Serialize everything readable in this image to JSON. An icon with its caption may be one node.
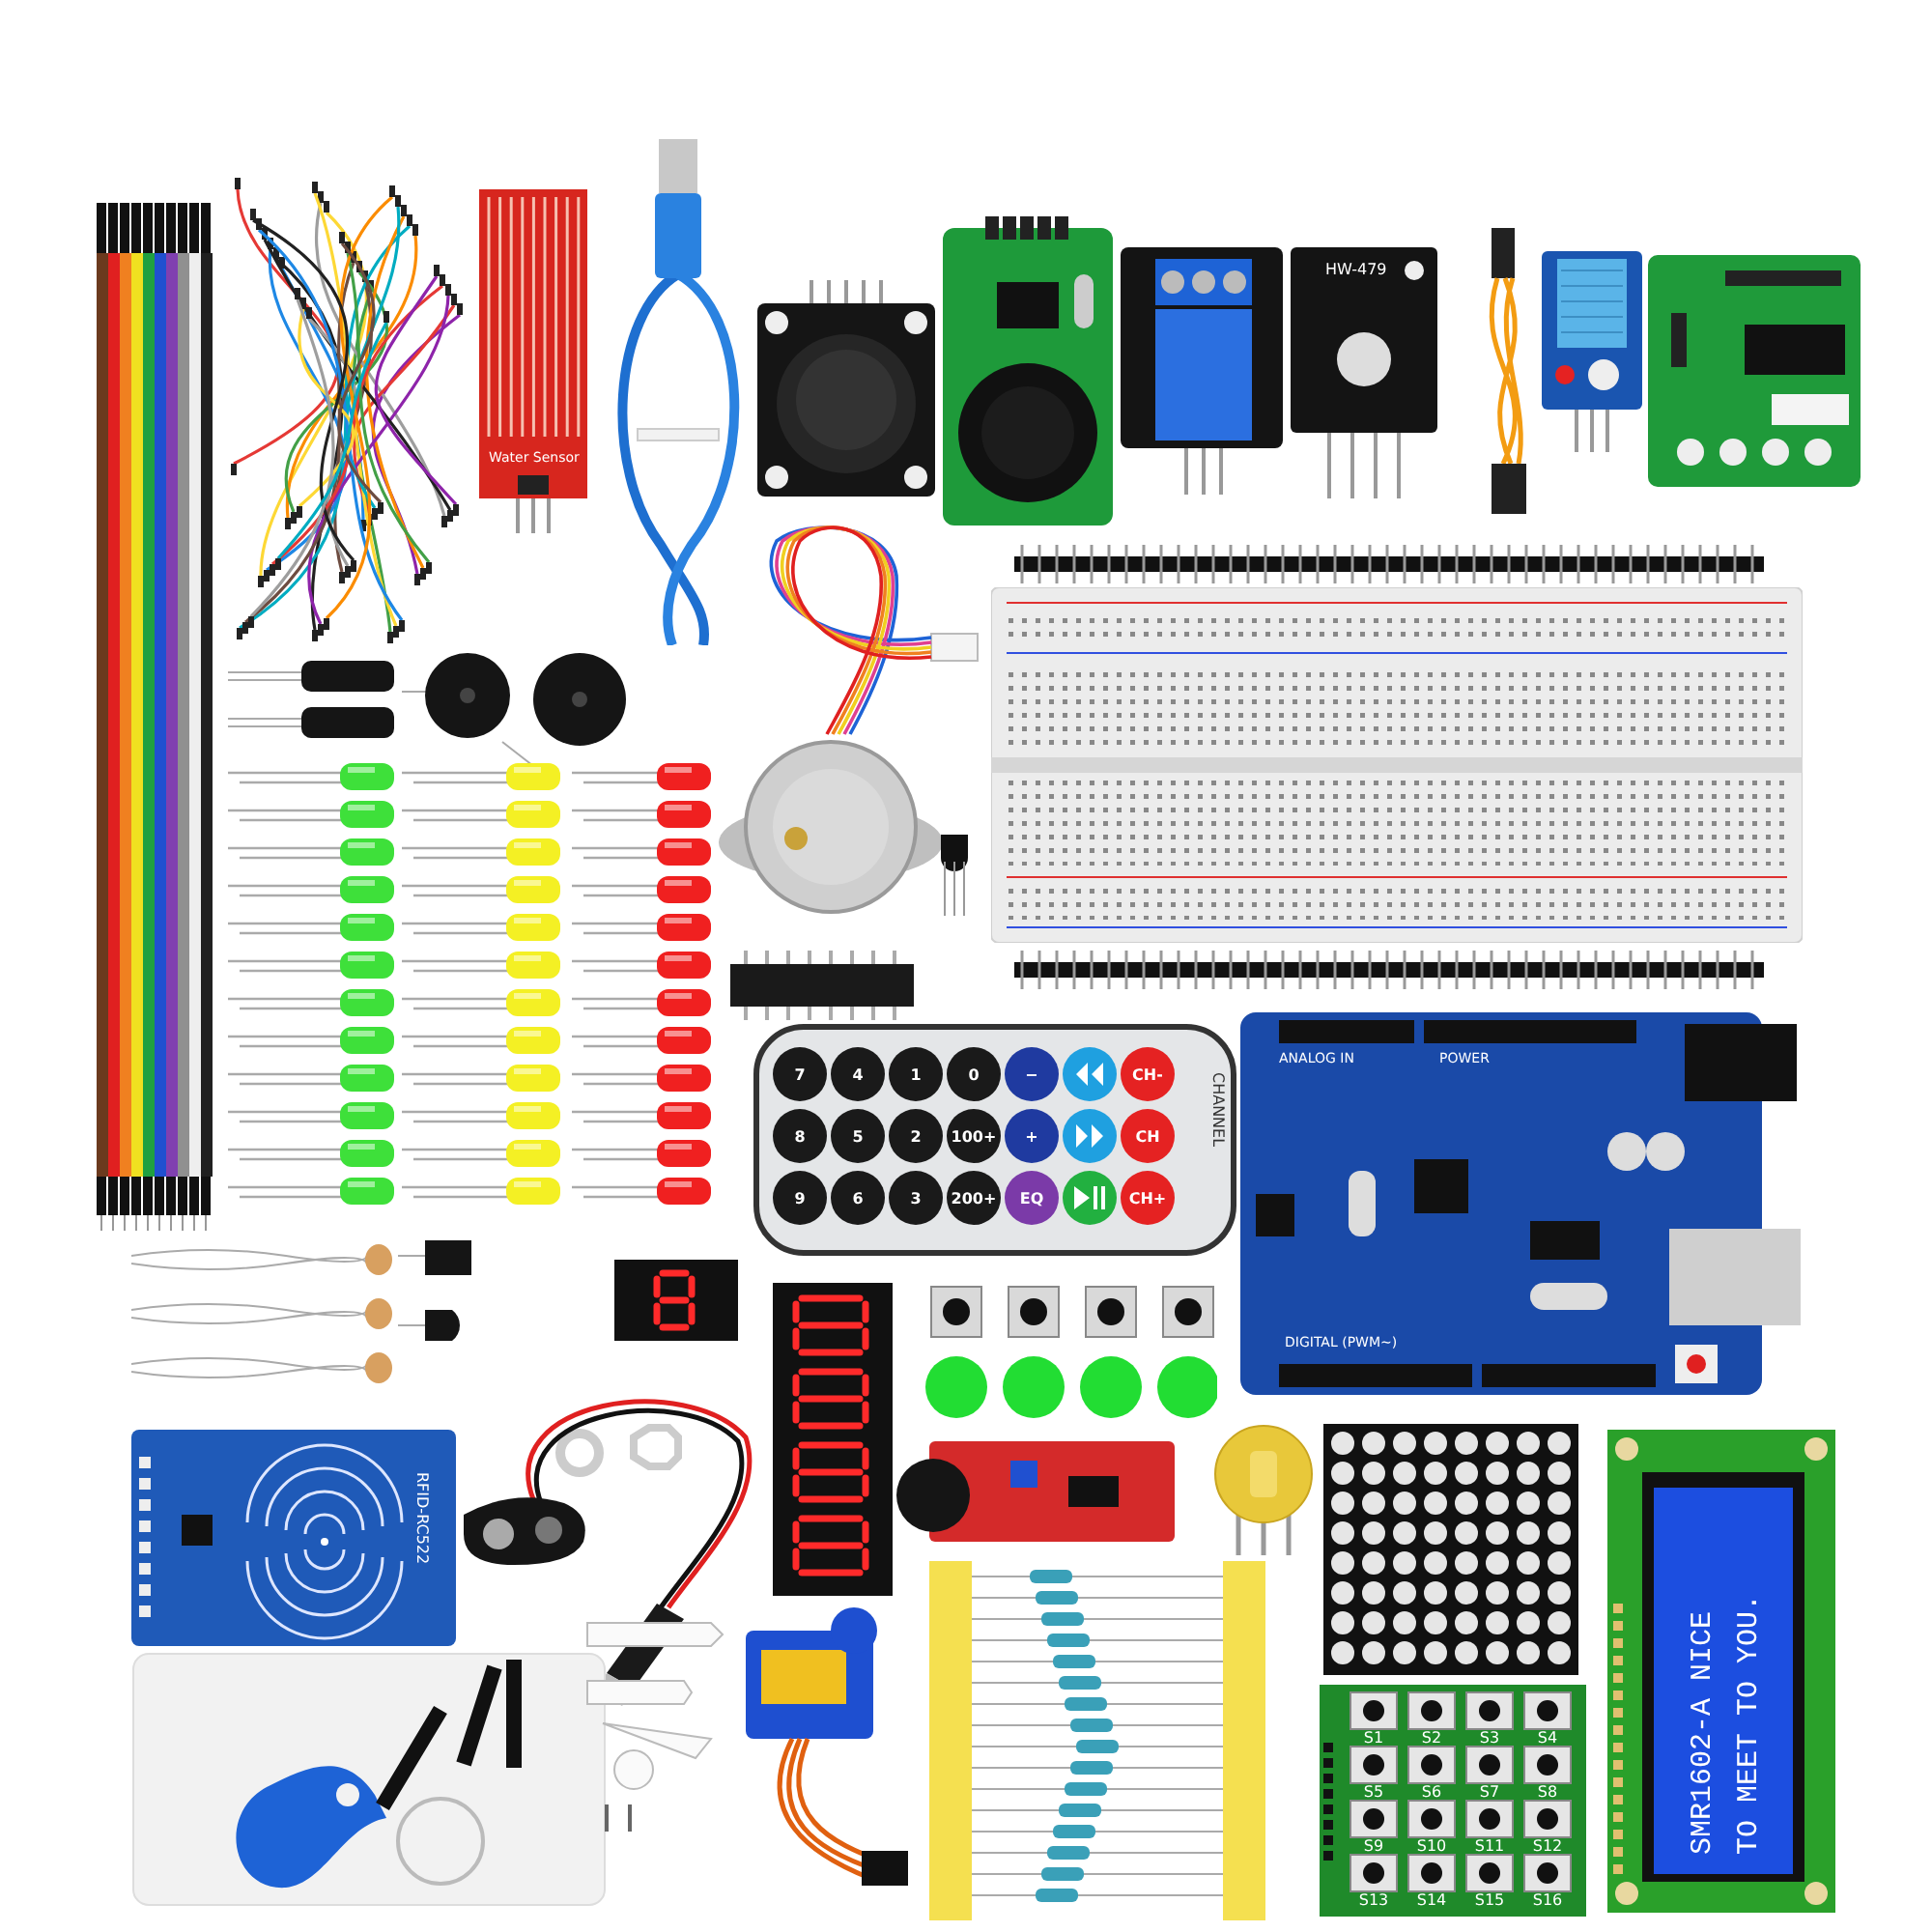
{
  "diagram": {
    "labels": [
      "Water Sensor",
      "HW-479",
      "7",
      "4",
      "1",
      "0",
      "−",
      "CH-",
      "8",
      "5",
      "2",
      "100+",
      "+",
      "CH",
      "9",
      "6",
      "3",
      "200+",
      "EQ",
      "CH+",
      "CHANNEL",
      "ANALOG IN",
      "POWER",
      "DIGITAL (PWM~)",
      "RFID-RC522",
      "SMR1602-A NICE",
      "TO MEET TO YOU.",
      "S1",
      "S2",
      "S3",
      "S4",
      "S5",
      "S6",
      "S7",
      "S8",
      "S9",
      "S10",
      "S11",
      "S12",
      "S13",
      "S14",
      "S15",
      "S16"
    ]
  }
}
